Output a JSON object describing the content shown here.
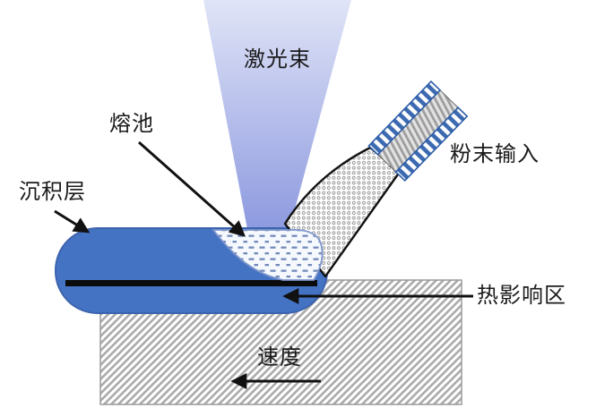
{
  "diagram": {
    "kind": "laser-cladding-process-schematic",
    "labels": {
      "laser_beam": "激光束",
      "melt_pool": "熔池",
      "deposition_layer": "沉积层",
      "powder_input": "粉末输入",
      "heat_affected_zone": "热影响区",
      "velocity": "速度"
    },
    "colors": {
      "bead_blue": "#4573c4",
      "bead_border": "#3d63ae",
      "beam_top": "#e0e4f7",
      "beam_bottom": "#8d9adf",
      "pool_background": "#f5f9fd",
      "pool_dash": "#7289ba",
      "pool_border": "#7e96cc",
      "substrate_hatch": "#ababab",
      "nozzle_stripe_blue": "#3c6ab1",
      "outline_black": "#0b0b0b"
    }
  }
}
